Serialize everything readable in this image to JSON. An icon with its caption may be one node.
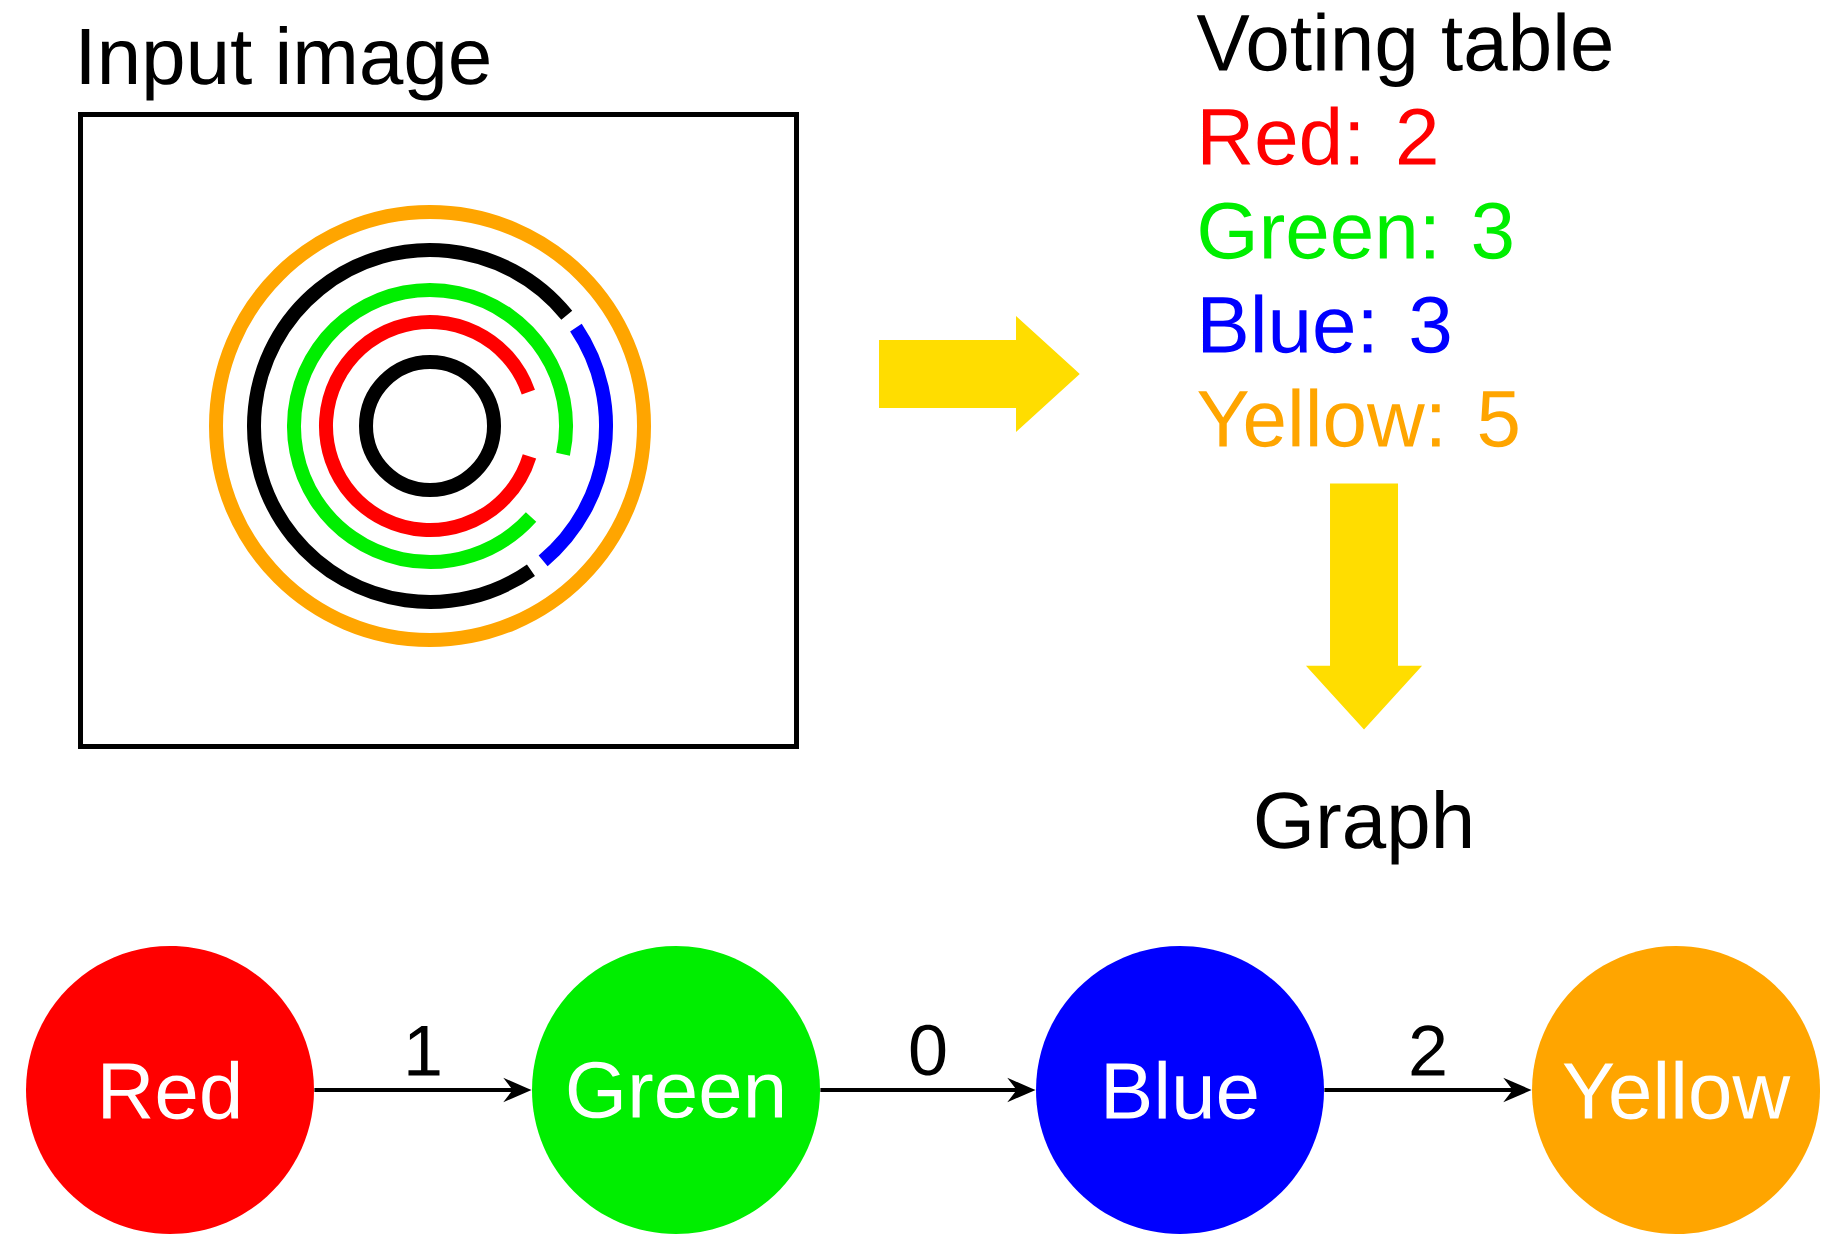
{
  "diagram": {
    "nodes": [
      {
        "text": [
          "Input image"
        ]
      },
      {
        "text": [
          "Voting table",
          "Red: 2",
          "Green: 3",
          "Blue: 3",
          "Yellow: 5"
        ]
      },
      {
        "text": [
          "Graph"
        ]
      },
      {
        "text": [
          "Red"
        ]
      },
      {
        "text": [
          "Green"
        ]
      },
      {
        "text": [
          "Blue"
        ]
      },
      {
        "text": [
          "Yellow"
        ]
      }
    ],
    "edges": [
      {
        "from": 0,
        "to": 1,
        "arrow": "to",
        "style": "thick",
        "color": "#ffdd00"
      },
      {
        "from": 1,
        "to": 2,
        "arrow": "to",
        "style": "thick",
        "color": "#ffdd00"
      },
      {
        "from": 3,
        "to": 4,
        "arrow": "to",
        "label": "1"
      },
      {
        "from": 4,
        "to": 5,
        "arrow": "to",
        "label": "0"
      },
      {
        "from": 5,
        "to": 6,
        "arrow": "to",
        "label": "2"
      }
    ]
  }
}
